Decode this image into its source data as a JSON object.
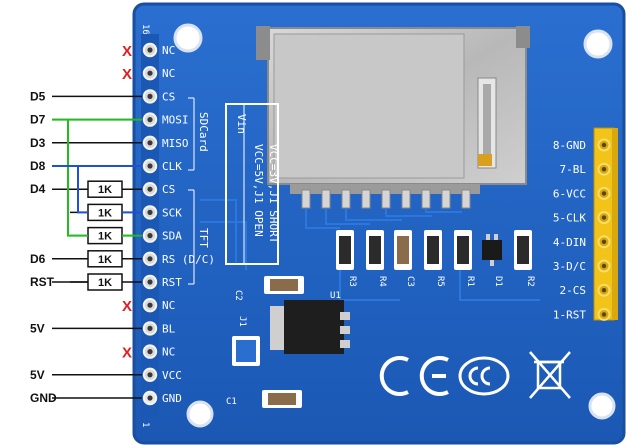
{
  "header_pins": [
    "16",
    "1"
  ],
  "left_pins": [
    {
      "name": "NC",
      "signal": "",
      "resistor": "",
      "nc": true
    },
    {
      "name": "NC",
      "signal": "",
      "resistor": "",
      "nc": true
    },
    {
      "name": "CS",
      "signal": "D5",
      "resistor": "",
      "nc": false
    },
    {
      "name": "MOSI",
      "signal": "D7",
      "resistor": "",
      "nc": false
    },
    {
      "name": "MISO",
      "signal": "D3",
      "resistor": "",
      "nc": false
    },
    {
      "name": "CLK",
      "signal": "D8",
      "resistor": "",
      "nc": false
    },
    {
      "name": "CS",
      "signal": "D4",
      "resistor": "1K",
      "nc": false
    },
    {
      "name": "SCK",
      "signal": "",
      "resistor": "1K",
      "nc": false
    },
    {
      "name": "SDA",
      "signal": "",
      "resistor": "1K",
      "nc": false
    },
    {
      "name": "RS (D/C)",
      "signal": "D6",
      "resistor": "1K",
      "nc": false
    },
    {
      "name": "RST",
      "signal": "RST",
      "resistor": "1K",
      "nc": false
    },
    {
      "name": "NC",
      "signal": "",
      "resistor": "",
      "nc": true
    },
    {
      "name": "BL",
      "signal": "5V",
      "resistor": "",
      "nc": false
    },
    {
      "name": "NC",
      "signal": "",
      "resistor": "",
      "nc": true
    },
    {
      "name": "VCC",
      "signal": "5V",
      "resistor": "",
      "nc": false
    },
    {
      "name": "GND",
      "signal": "GND",
      "resistor": "",
      "nc": false
    }
  ],
  "nc_mark": "X",
  "group_labels": {
    "sdcard": "SDCard",
    "tft": "TFT"
  },
  "vin_box": {
    "title": "Vin",
    "line1": "VCC=5V,J1 OPEN",
    "line2": "VCC=3V,J1 SHORT"
  },
  "right_pins": [
    "8-GND",
    "7-BL",
    "6-VCC",
    "5-CLK",
    "4-DIN",
    "3-D/C",
    "2-CS",
    "1-RST"
  ],
  "components": [
    "R3",
    "R4",
    "C3",
    "R5",
    "R1",
    "D1",
    "R2",
    "C2",
    "U1",
    "J1",
    "C1"
  ],
  "colors": {
    "board": "#1f64c4",
    "green_wire": "#22bb22",
    "blue_wire": "#1e50d8",
    "nc_mark": "#e02020",
    "header": "#f0c020"
  }
}
